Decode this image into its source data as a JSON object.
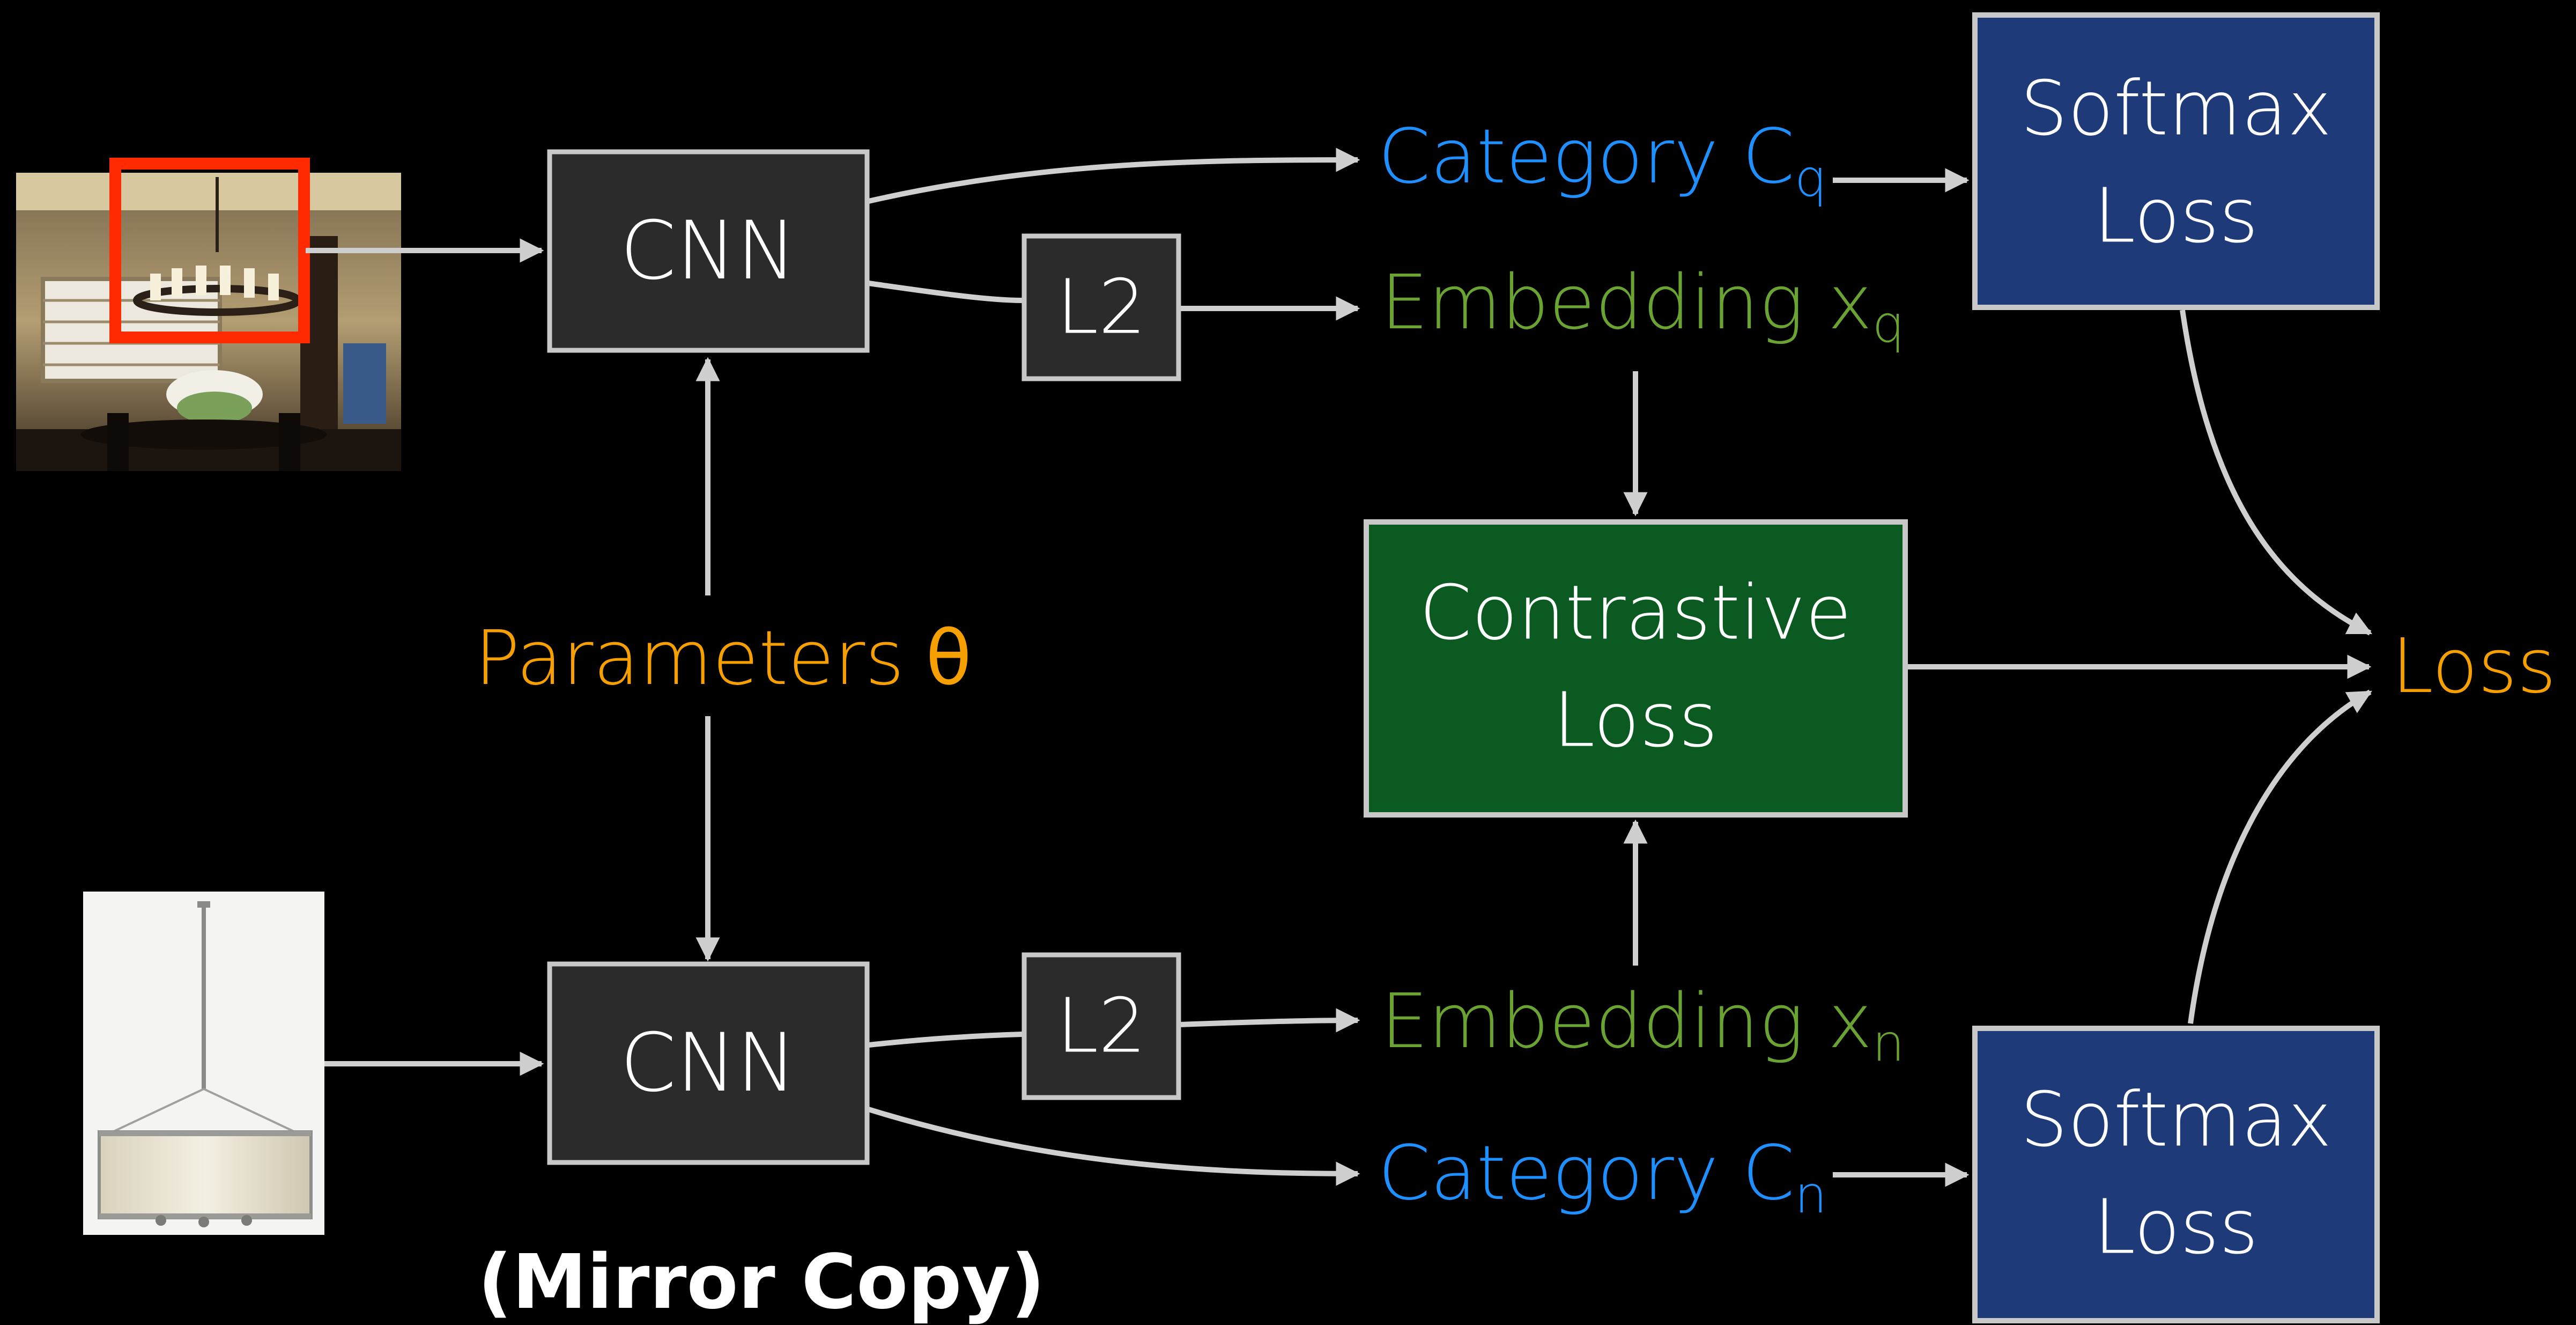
{
  "nodes": {
    "cnn_top": {
      "label": "CNN"
    },
    "cnn_bottom": {
      "label": "CNN"
    },
    "l2_top": {
      "label": "L2"
    },
    "l2_bottom": {
      "label": "L2"
    },
    "softmax_top": {
      "line1": "Softmax",
      "line2": "Loss"
    },
    "softmax_bottom": {
      "line1": "Softmax",
      "line2": "Loss"
    },
    "contrastive": {
      "line1": "Contrastive",
      "line2": "Loss"
    }
  },
  "labels": {
    "category_q": {
      "text": "Category C",
      "sub": "q"
    },
    "embedding_q": {
      "text": "Embedding x",
      "sub": "q"
    },
    "embedding_n": {
      "text": "Embedding x",
      "sub": "n"
    },
    "category_n": {
      "text": "Category C",
      "sub": "n"
    },
    "parameters": {
      "text": "Parameters",
      "symbol": "θ"
    },
    "loss": {
      "text": "Loss"
    },
    "mirror": {
      "text": "(Mirror Copy)"
    }
  },
  "colors": {
    "background": "#000000",
    "box_dark": "#2b2b2b",
    "box_border": "#c8c8c8",
    "softmax_fill": "#1f3a78",
    "contrastive_fill": "#0b5a22",
    "category": "#1e90ff",
    "embedding": "#6aa332",
    "orange": "#f5a000",
    "arrow": "#cfcfcf",
    "highlight": "#ff2a00"
  },
  "images": {
    "top": "dining-room-photo",
    "bottom": "drum-pendant-lamp-product"
  }
}
